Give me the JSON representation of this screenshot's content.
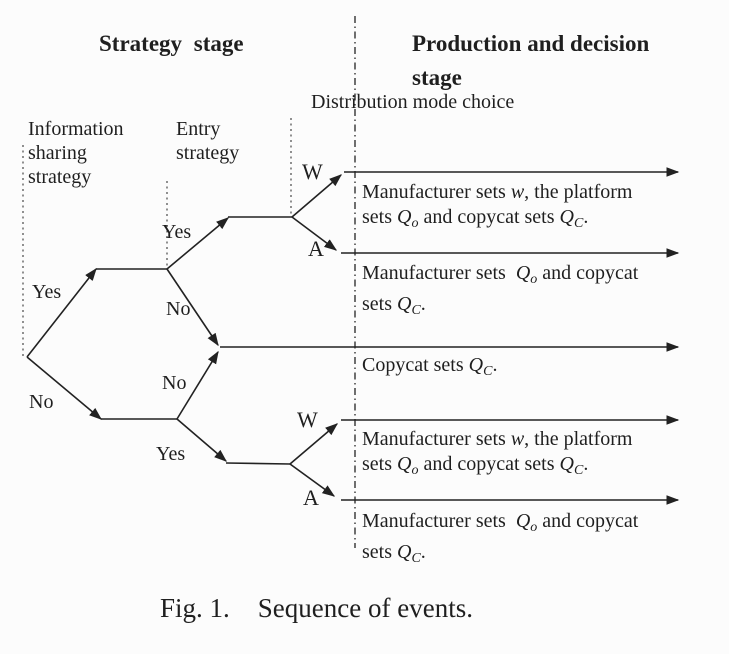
{
  "headers": {
    "strategy_stage": "Strategy stage",
    "production_stage_lines": [
      "Production and decision",
      "stage"
    ],
    "distribution": "Distribution mode choice"
  },
  "columns": {
    "info_sharing_lines": [
      "Information",
      "sharing",
      "strategy"
    ],
    "entry_lines": [
      "Entry",
      "strategy"
    ]
  },
  "tree": {
    "root_yes": "Yes",
    "root_no": "No",
    "entry_upper_yes": "Yes",
    "entry_upper_no": "No",
    "entry_lower_no": "No",
    "entry_lower_yes": "Yes",
    "mode_upper_w": "W",
    "mode_upper_a": "A",
    "mode_lower_w": "W",
    "mode_lower_a": "A"
  },
  "outcomes": [
    {
      "branch": "upper-W",
      "lines": [
        [
          {
            "t": "Manufacturer sets "
          },
          {
            "t": "w",
            "v": 1
          },
          {
            "t": ", the platform"
          }
        ],
        [
          {
            "t": "sets "
          },
          {
            "t": "Q",
            "v": 1
          },
          {
            "t": "o",
            "s": 1
          },
          {
            "t": " and copycat sets "
          },
          {
            "t": "Q",
            "v": 1
          },
          {
            "t": "C",
            "s": 1
          },
          {
            "t": "."
          }
        ]
      ]
    },
    {
      "branch": "upper-A",
      "lines": [
        [
          {
            "t": "Manufacturer sets  "
          },
          {
            "t": "Q",
            "v": 1
          },
          {
            "t": "o",
            "s": 1
          },
          {
            "t": " and copycat"
          }
        ],
        [
          {
            "t": "sets "
          },
          {
            "t": "Q",
            "v": 1
          },
          {
            "t": "C",
            "s": 1
          },
          {
            "t": "."
          }
        ]
      ]
    },
    {
      "branch": "no-entry",
      "lines": [
        [
          {
            "t": "Copycat sets "
          },
          {
            "t": "Q",
            "v": 1
          },
          {
            "t": "C",
            "s": 1
          },
          {
            "t": "."
          }
        ]
      ]
    },
    {
      "branch": "lower-W",
      "lines": [
        [
          {
            "t": "Manufacturer sets "
          },
          {
            "t": "w",
            "v": 1
          },
          {
            "t": ", the platform"
          }
        ],
        [
          {
            "t": "sets "
          },
          {
            "t": "Q",
            "v": 1
          },
          {
            "t": "o",
            "s": 1
          },
          {
            "t": " and copycat sets "
          },
          {
            "t": "Q",
            "v": 1
          },
          {
            "t": "C",
            "s": 1
          },
          {
            "t": "."
          }
        ]
      ]
    },
    {
      "branch": "lower-A",
      "lines": [
        [
          {
            "t": "Manufacturer sets  "
          },
          {
            "t": "Q",
            "v": 1
          },
          {
            "t": "o",
            "s": 1
          },
          {
            "t": " and copycat"
          }
        ],
        [
          {
            "t": "sets "
          },
          {
            "t": "Q",
            "v": 1
          },
          {
            "t": "C",
            "s": 1
          },
          {
            "t": "."
          }
        ]
      ]
    }
  ],
  "figure": {
    "caption_label": "Fig. 1.",
    "caption_text": "Sequence of events."
  },
  "colors": {
    "ink": "#222222",
    "background": "#fcfcfc"
  }
}
